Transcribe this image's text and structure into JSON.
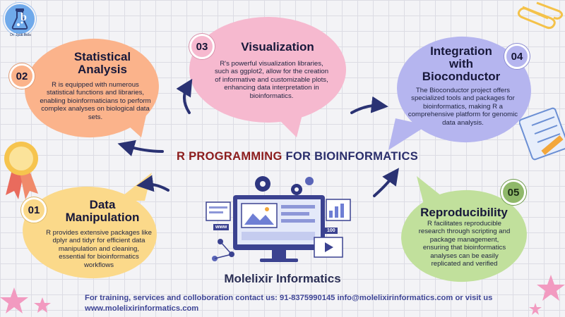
{
  "title": {
    "accent": "R PROGRAMMING",
    "rest": "FOR BIOINFORMATICS"
  },
  "logo": {
    "letter": "b",
    "caption": "Dr. Jyoti Bala"
  },
  "brand_name": "Molelixir Informatics",
  "footer_text": "For training, services and colloboration contact us: 91-8375990145 info@molelixirinformatics.com or visit us www.molelixirinformatics.com",
  "computer_badges": {
    "www": "www",
    "count": "100"
  },
  "colors": {
    "statistical": "#fbb38b",
    "visualization": "#f6b9cf",
    "integration": "#b5b5ef",
    "manipulation": "#fbd98a",
    "reproducibility": "#c1e09c",
    "arrow": "#2a3273",
    "title_accent": "#8c1c1c",
    "footer": "#3e4596"
  },
  "cards": {
    "statistical": {
      "number": "02",
      "title_line1": "Statistical",
      "title_line2": "Analysis",
      "body": "R is equipped with numerous statistical functions and libraries, enabling bioinformaticians to perform complex analyses on biological data sets."
    },
    "visualization": {
      "number": "03",
      "title": "Visualization",
      "body": "R's powerful visualization libraries, such as ggplot2, allow for the creation of informative and customizable plots, enhancing data interpretation in bioinformatics."
    },
    "integration": {
      "number": "04",
      "title_line1": "Integration",
      "title_line2": "with",
      "title_line3": "Bioconductor",
      "body": "The Bioconductor project offers specialized tools and packages for bioinformatics, making R a comprehensive platform for genomic data analysis."
    },
    "manipulation": {
      "number": "01",
      "title_line1": "Data",
      "title_line2": "Manipulation",
      "body": "R provides extensive packages like dplyr and tidyr for efficient data manipulation and cleaning, essential for bioinformatics workflows"
    },
    "reproducibility": {
      "number": "05",
      "title": "Reproducibility",
      "body": "R facilitates reproducible research through scripting and package management, ensuring that bioinformatics analyses can be easily replicated and verified"
    }
  }
}
